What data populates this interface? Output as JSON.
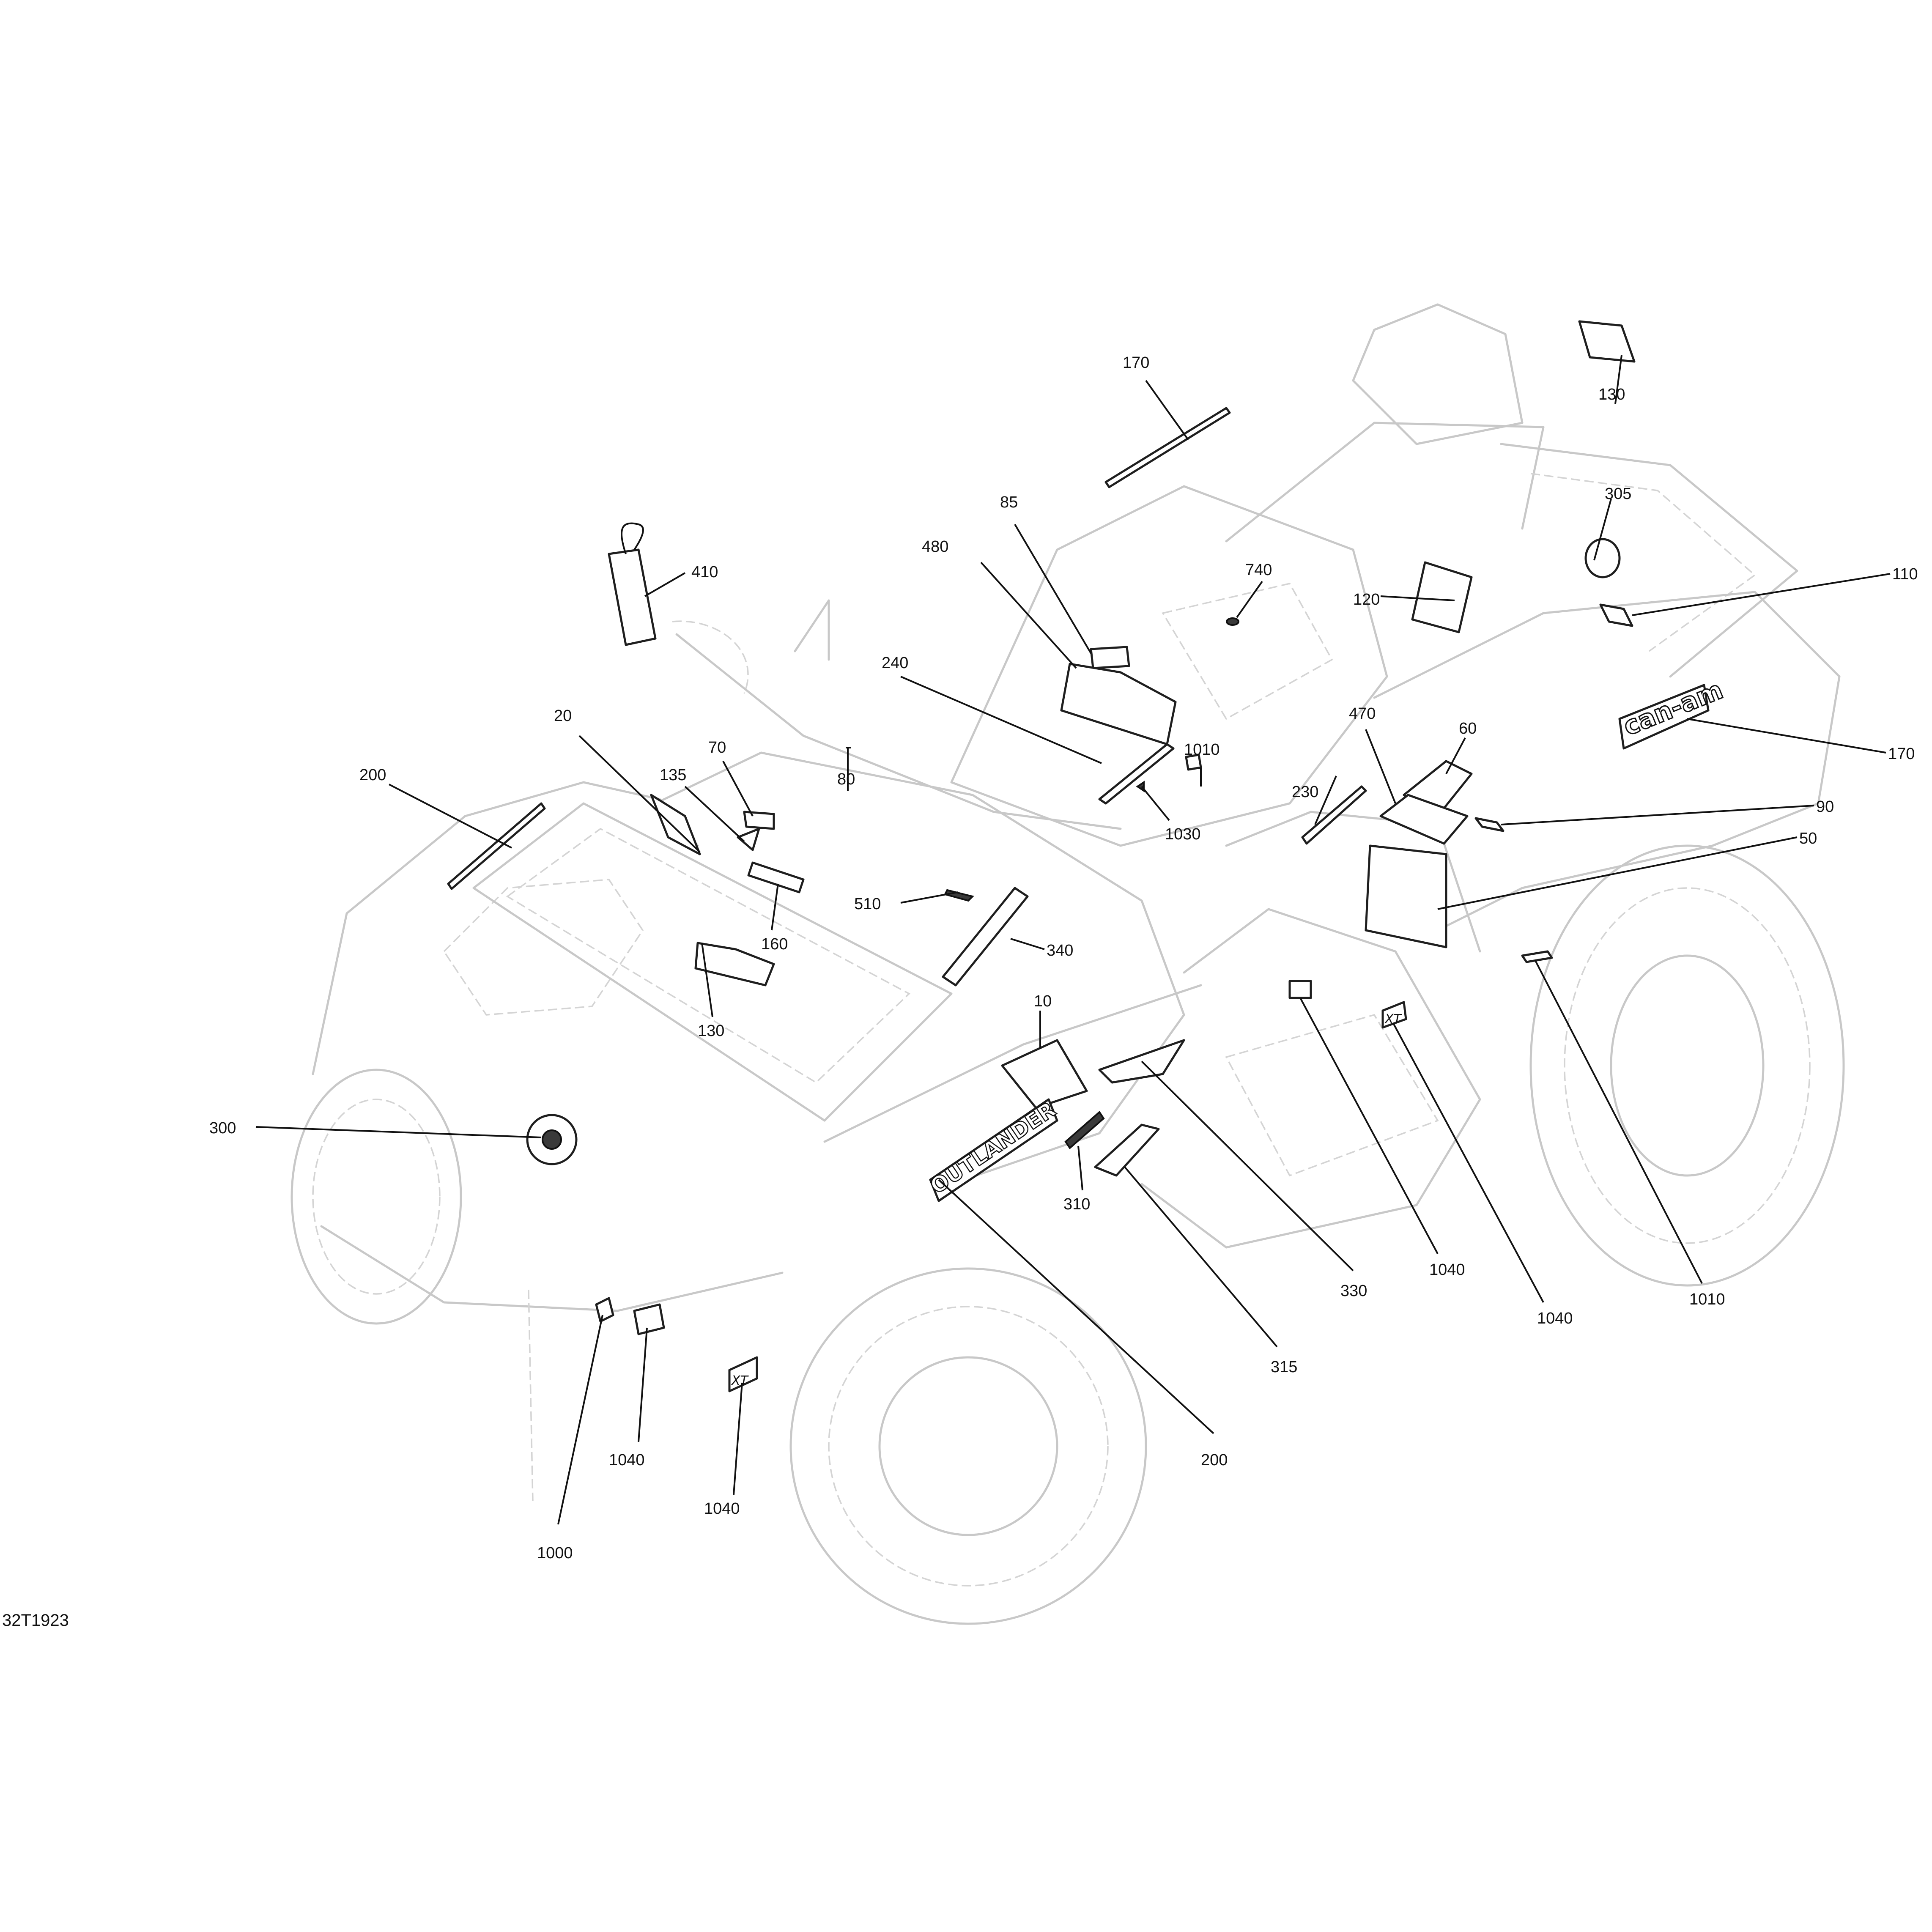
{
  "figure": {
    "drawing_reference": "32T1923",
    "accent_color": "#111111",
    "ghost_color": "#c8c8c8"
  },
  "callouts": [
    {
      "id": "c-170-top",
      "label": "170"
    },
    {
      "id": "c-130-top",
      "label": "130"
    },
    {
      "id": "c-305",
      "label": "305"
    },
    {
      "id": "c-110",
      "label": "110"
    },
    {
      "id": "c-170-side",
      "label": "170"
    },
    {
      "id": "c-410",
      "label": "410"
    },
    {
      "id": "c-85",
      "label": "85"
    },
    {
      "id": "c-740",
      "label": "740"
    },
    {
      "id": "c-480",
      "label": "480"
    },
    {
      "id": "c-120",
      "label": "120"
    },
    {
      "id": "c-240",
      "label": "240"
    },
    {
      "id": "c-470",
      "label": "470"
    },
    {
      "id": "c-60",
      "label": "60"
    },
    {
      "id": "c-20",
      "label": "20"
    },
    {
      "id": "c-200-left",
      "label": "200"
    },
    {
      "id": "c-135",
      "label": "135"
    },
    {
      "id": "c-70",
      "label": "70"
    },
    {
      "id": "c-1010-top",
      "label": "1010"
    },
    {
      "id": "c-230",
      "label": "230"
    },
    {
      "id": "c-90",
      "label": "90"
    },
    {
      "id": "c-50",
      "label": "50"
    },
    {
      "id": "c-80",
      "label": "80"
    },
    {
      "id": "c-1030",
      "label": "1030"
    },
    {
      "id": "c-510",
      "label": "510"
    },
    {
      "id": "c-160",
      "label": "160"
    },
    {
      "id": "c-340",
      "label": "340"
    },
    {
      "id": "c-130-mid",
      "label": "130"
    },
    {
      "id": "c-10",
      "label": "10"
    },
    {
      "id": "c-300",
      "label": "300"
    },
    {
      "id": "c-310",
      "label": "310"
    },
    {
      "id": "c-1040-a",
      "label": "1040"
    },
    {
      "id": "c-330",
      "label": "330"
    },
    {
      "id": "c-1040-b",
      "label": "1040"
    },
    {
      "id": "c-1010-bottom",
      "label": "1010"
    },
    {
      "id": "c-315",
      "label": "315"
    },
    {
      "id": "c-200-bottom",
      "label": "200"
    },
    {
      "id": "c-1040-c",
      "label": "1040"
    },
    {
      "id": "c-1040-d",
      "label": "1040"
    },
    {
      "id": "c-1000",
      "label": "1000"
    }
  ],
  "decal_artwork": {
    "side_brand": "can-am",
    "fender_model": "OUTLANDER",
    "badge_xt": "XT"
  }
}
